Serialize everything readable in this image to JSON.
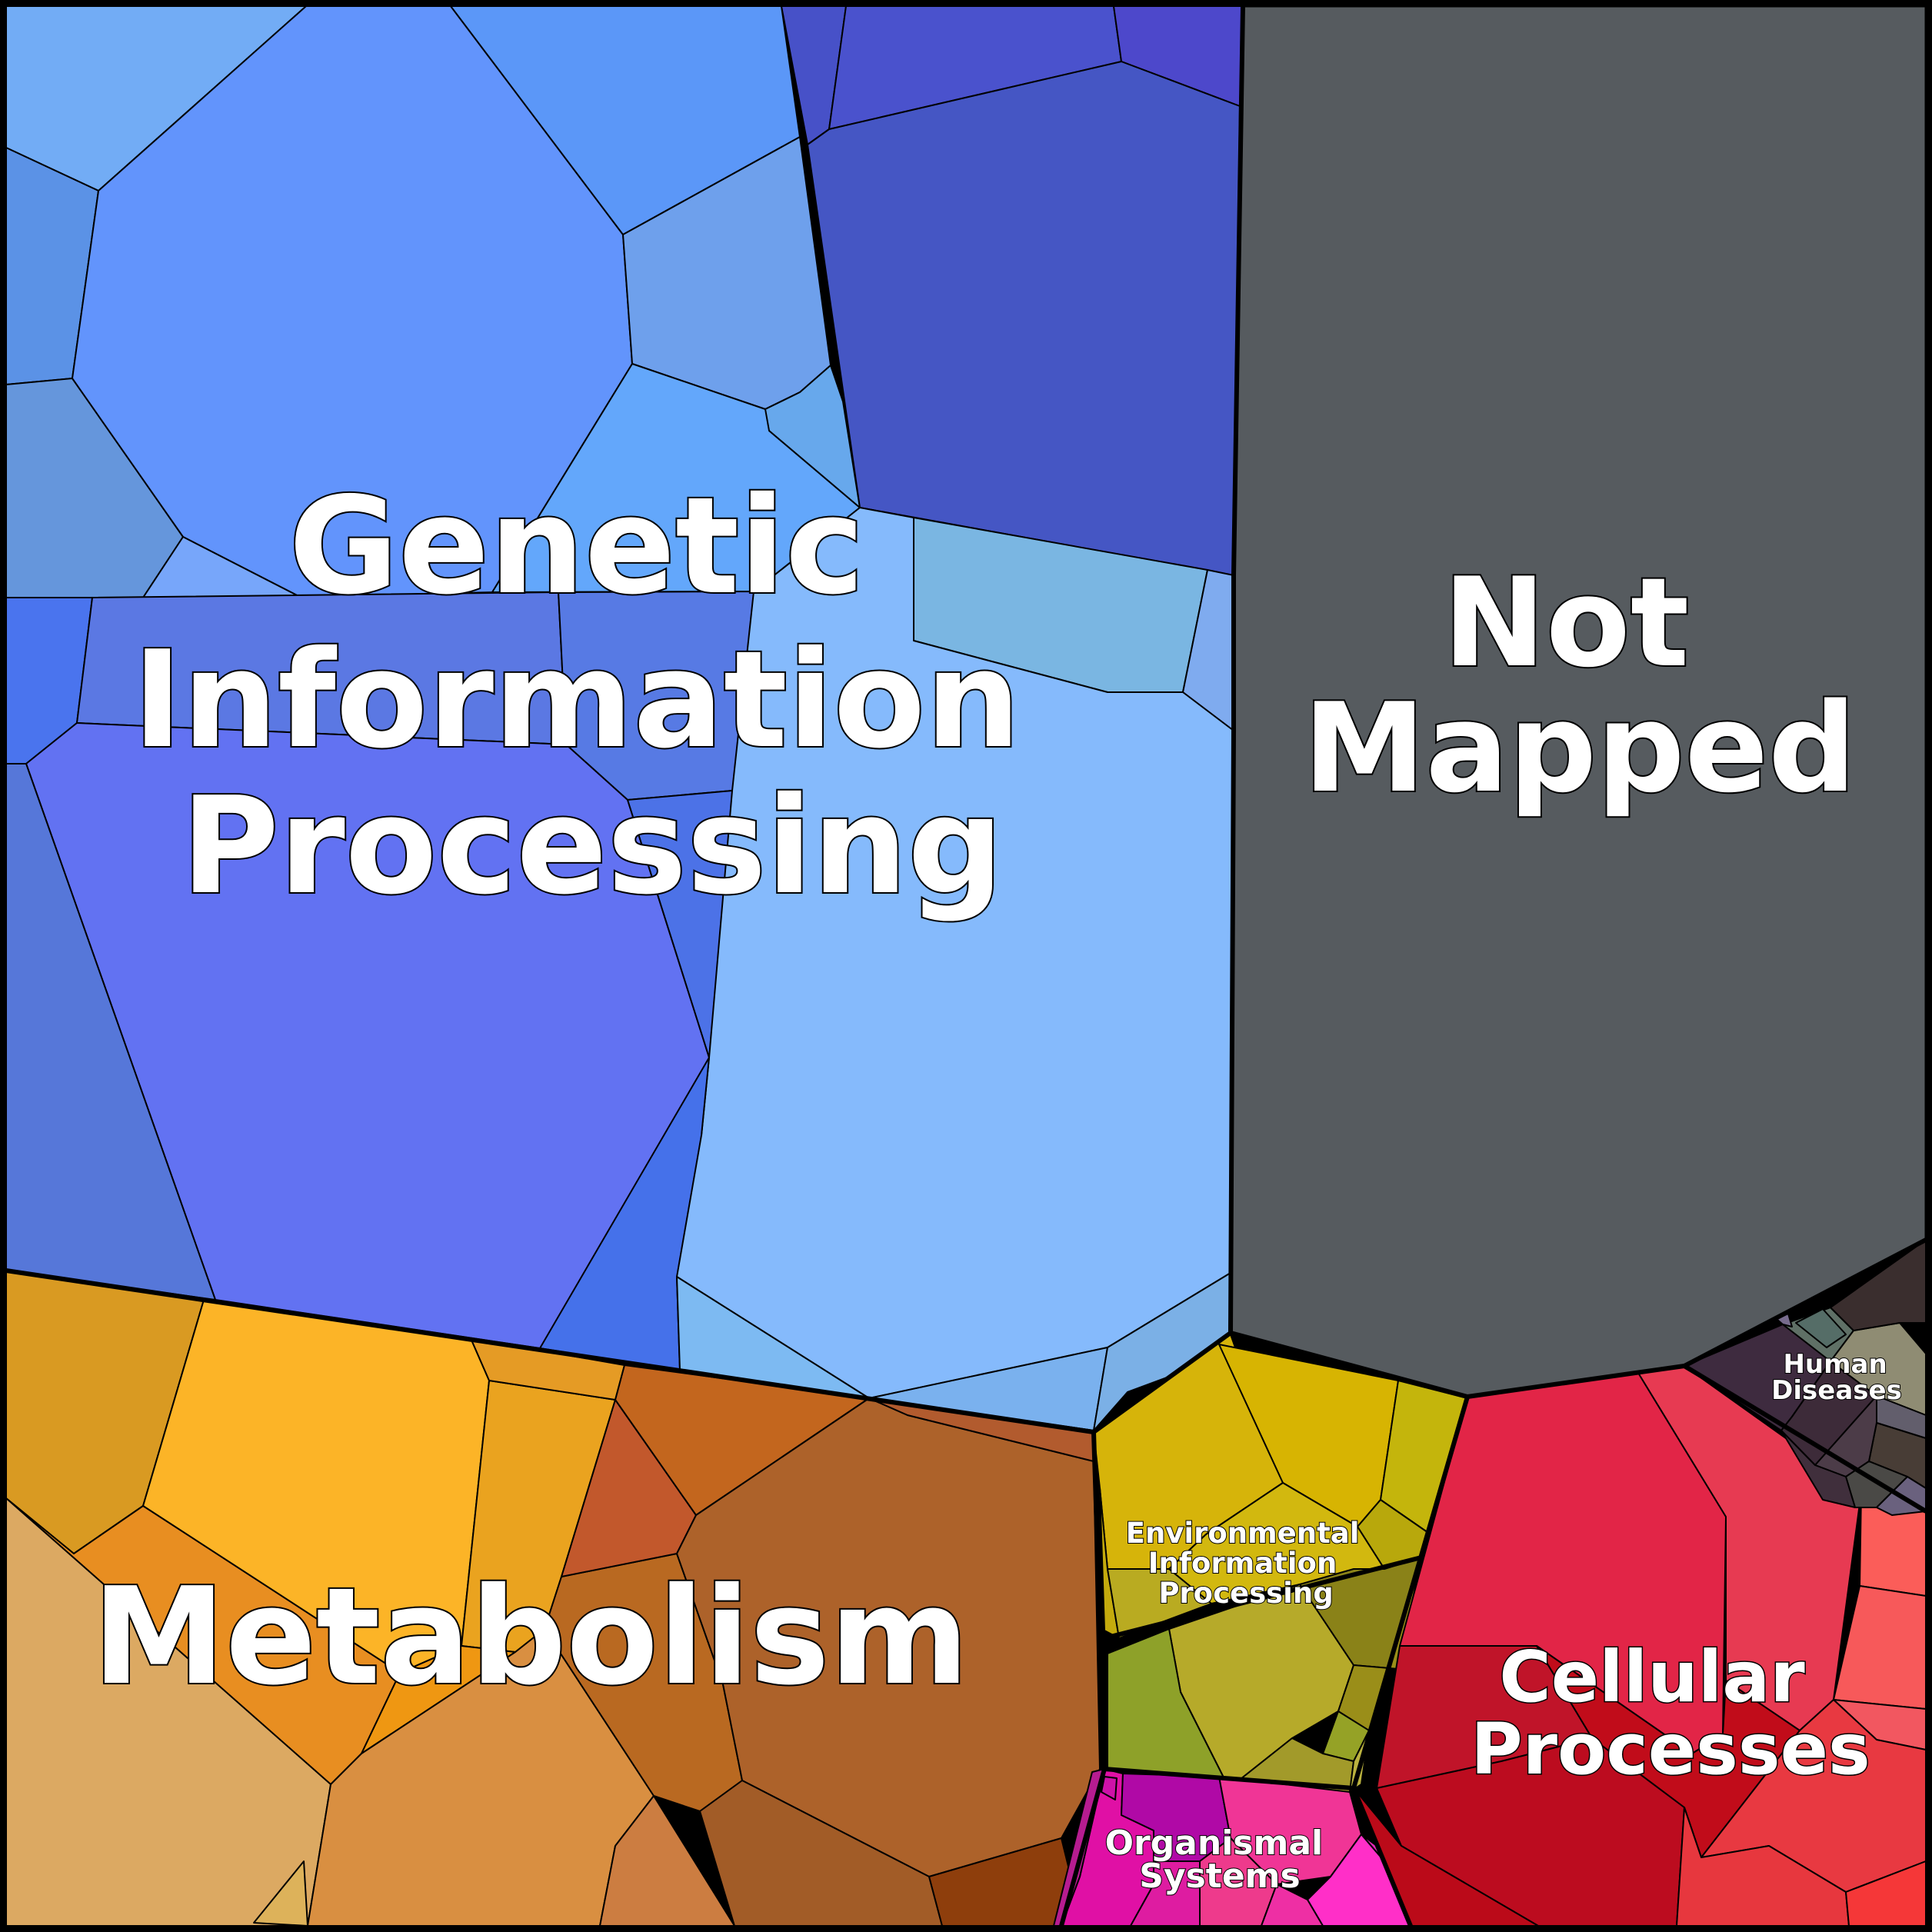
{
  "chart_data": {
    "type": "treemap",
    "variant": "voronoi",
    "title": "",
    "colors": {
      "genetic": "#6290f8",
      "not_mapped": "#565b5f",
      "metabolism": "#ad6129",
      "environmental": "#d4b708",
      "cellular": "#e32648",
      "organismal": "#d91aa6",
      "human": "#3d2a3c",
      "border": "#000000",
      "label": "#ffffff"
    },
    "categories": [
      {
        "key": "genetic",
        "label_lines": [
          "Genetic",
          "Information",
          "Processing"
        ]
      },
      {
        "key": "not_mapped",
        "label_lines": [
          "Not",
          "Mapped"
        ]
      },
      {
        "key": "metabolism",
        "label_lines": [
          "Metabolism"
        ]
      },
      {
        "key": "environmental",
        "label_lines": [
          "Environmental",
          "Information",
          "Processing"
        ]
      },
      {
        "key": "cellular",
        "label_lines": [
          "Cellular",
          "Processes"
        ]
      },
      {
        "key": "organismal",
        "label_lines": [
          "Organismal",
          "Systems"
        ]
      },
      {
        "key": "human",
        "label_lines": [
          "Human",
          "Diseases"
        ]
      }
    ]
  }
}
